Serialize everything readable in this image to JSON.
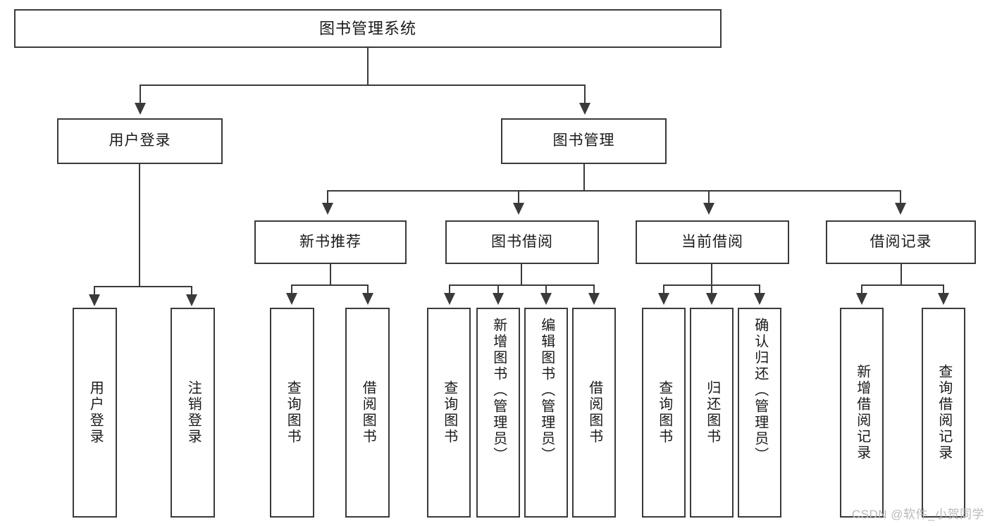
{
  "diagram": {
    "type": "tree-hierarchy",
    "title": "图书管理系统",
    "watermark": "CSDN @软件_小贺同学",
    "colors": {
      "box_border": "#3a3a3a",
      "box_fill": "#ffffff",
      "connector": "#3a3a3a",
      "text": "#1a1a1a",
      "watermark": "#b9b9b9",
      "background": "#ffffff"
    },
    "nodes": {
      "root": {
        "label": "图书管理系统"
      },
      "level2": [
        {
          "id": "user-login",
          "label": "用户登录"
        },
        {
          "id": "book-manage",
          "label": "图书管理"
        }
      ],
      "level3": [
        {
          "id": "new-book-recommend",
          "label": "新书推荐"
        },
        {
          "id": "book-borrow",
          "label": "图书借阅"
        },
        {
          "id": "current-borrow",
          "label": "当前借阅"
        },
        {
          "id": "borrow-record",
          "label": "借阅记录"
        }
      ],
      "leaves": {
        "user_login": [
          {
            "id": "leaf-user-login",
            "label": "用户登录"
          },
          {
            "id": "leaf-logout-login",
            "label": "注销登录"
          }
        ],
        "new_book_recommend": [
          {
            "id": "leaf-query-book-1",
            "label": "查询图书"
          },
          {
            "id": "leaf-borrow-book-1",
            "label": "借阅图书"
          }
        ],
        "book_borrow": [
          {
            "id": "leaf-query-book-2",
            "label": "查询图书"
          },
          {
            "id": "leaf-add-book-admin",
            "label": "新增图书（管理员）"
          },
          {
            "id": "leaf-edit-book-admin",
            "label": "编辑图书（管理员）"
          },
          {
            "id": "leaf-borrow-book-2",
            "label": "借阅图书"
          }
        ],
        "current_borrow": [
          {
            "id": "leaf-query-book-3",
            "label": "查询图书"
          },
          {
            "id": "leaf-return-book",
            "label": "归还图书"
          },
          {
            "id": "leaf-confirm-return-admin",
            "label": "确认归还（管理员）"
          }
        ],
        "borrow_record": [
          {
            "id": "leaf-add-borrow-record",
            "label": "新增借阅记录"
          },
          {
            "id": "leaf-query-borrow-record",
            "label": "查询借阅记录"
          }
        ]
      }
    }
  }
}
